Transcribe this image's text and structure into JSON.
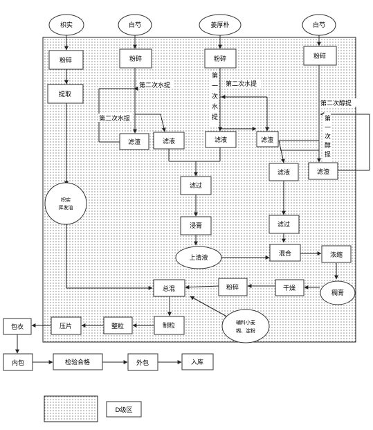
{
  "materials": {
    "zhishi": "枳实",
    "baishao_1": "白芍",
    "jianghoupo": "姜厚朴",
    "baishao_2": "白芍"
  },
  "steps": {
    "fensui": "粉碎",
    "tiqu": "提取",
    "lvzha": "滤渣",
    "lvye": "滤液",
    "lvguo": "滤过",
    "jinggao": "浸膏",
    "shangqingye": "上清液",
    "hunhe": "混合",
    "nongsuo": "浓缩",
    "chougao": "稠膏",
    "ganzao": "干燥",
    "zonghun": "总混",
    "zhili": "制粒",
    "zhengli": "整粒",
    "yapian": "压片",
    "baoyi": "包衣",
    "neibao": "内包",
    "jianyan": "检验合格",
    "waibao": "外包",
    "ruku": "入库"
  },
  "notes": {
    "water_2nd": "第二次水提",
    "water_1st_vertical": "第一次水提",
    "alcohol_2nd": "第二次醇提",
    "alcohol_1st_vertical": "第一次醇提",
    "zhishi_volatile_line1": "枳实",
    "zhishi_volatile_line2": "挥发油",
    "excipient_line1": "辅料小麦",
    "excipient_line2": "糊、淀粉"
  },
  "legend": {
    "label": "D级区"
  }
}
